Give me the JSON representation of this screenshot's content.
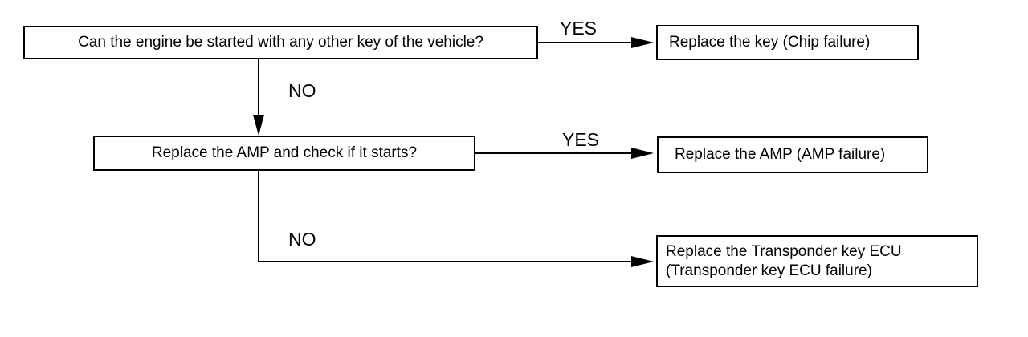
{
  "boxes": {
    "q1": "Can the engine be started with any other key of the vehicle?",
    "r1": "Replace the key (Chip failure)",
    "q2": "Replace the AMP and check if it starts?",
    "r2": "Replace the AMP (AMP failure)",
    "r3_line1": "Replace the Transponder key ECU",
    "r3_line2": "(Transponder key ECU failure)"
  },
  "labels": {
    "yes1": "YES",
    "no1": "NO",
    "yes2": "YES",
    "no2": "NO"
  },
  "colors": {
    "stroke": "#000000",
    "background": "#ffffff"
  }
}
